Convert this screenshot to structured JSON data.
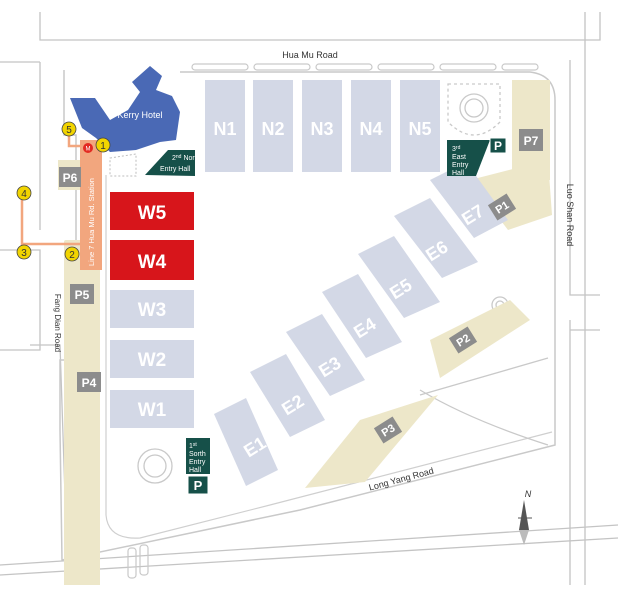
{
  "roads": {
    "north": "Hua Mu Road",
    "east": "Luo Shan Road",
    "south": "Long Yang Road",
    "west": "Fang Dian Road"
  },
  "landmarks": {
    "hotel": "Kerry Hotel",
    "metro_station": "Line 7 Hua Mu Rd. Station"
  },
  "halls": {
    "north": [
      "N1",
      "N2",
      "N3",
      "N4",
      "N5"
    ],
    "east": [
      "E1",
      "E2",
      "E3",
      "E4",
      "E5",
      "E6",
      "E7"
    ],
    "west": [
      "W1",
      "W2",
      "W3",
      "W4",
      "W5"
    ]
  },
  "highlighted_halls": [
    "W4",
    "W5"
  ],
  "parking": [
    "P1",
    "P2",
    "P3",
    "P4",
    "P5",
    "P6",
    "P7"
  ],
  "entries": {
    "north": {
      "line1": "2",
      "sup": "nd",
      "line2": "North",
      "line3": "Entry Hall"
    },
    "east": {
      "line1": "3",
      "sup": "rd",
      "line2": "East",
      "line3": "Entry",
      "line4": "Hall"
    },
    "south": {
      "line1": "1",
      "sup": "st",
      "line2": "Sorth",
      "line3": "Entry",
      "line4": "Hall"
    }
  },
  "parking_symbol": "P",
  "exits": [
    "1",
    "2",
    "3",
    "4",
    "5"
  ],
  "compass": "N",
  "colors": {
    "hall": "#d3d8e6",
    "hall_text": "#ffffff",
    "highlight": "#d7151b",
    "parking_area": "#ede7c9",
    "parking_badge": "#8c8c8c",
    "entry": "#165049",
    "hotel": "#4a69b5",
    "metro": "#f2a67e",
    "exit": "#f1d400",
    "road": "#cfcfcf"
  }
}
